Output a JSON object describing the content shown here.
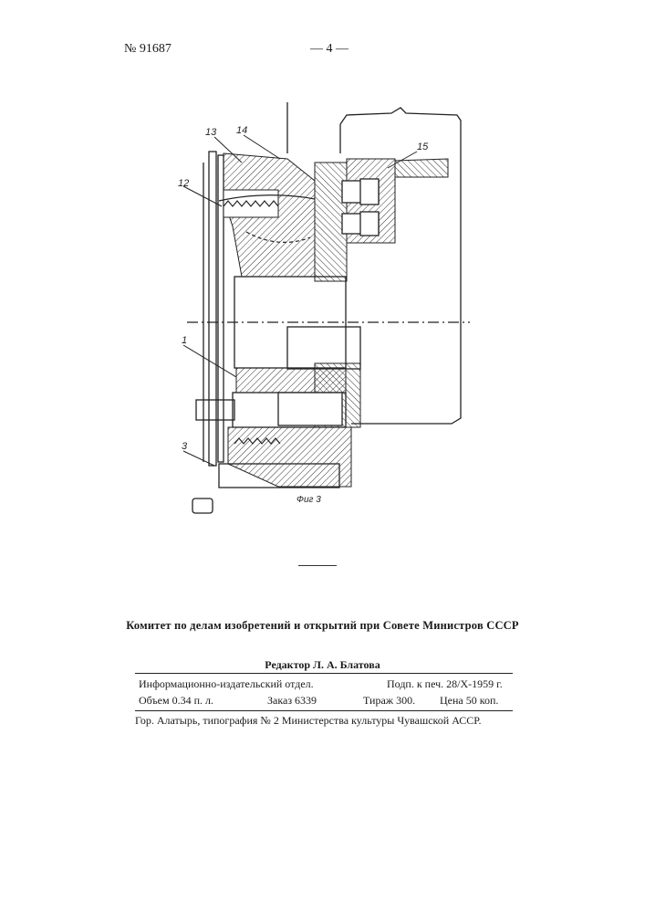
{
  "header": {
    "patent_number": "№ 91687",
    "page_number": "— 4 —"
  },
  "drawing": {
    "labels": [
      "13",
      "14",
      "12",
      "15",
      "1",
      "3"
    ],
    "figure_caption": "Фиг 3"
  },
  "footer": {
    "committee": "Комитет по делам изобретений и открытий при Совете Министров СССР",
    "editor": "Редактор Л. А. Блатова",
    "rows": [
      [
        "Информационно-издательский отдел.",
        "",
        "Подп. к печ. 28/X-1959 г."
      ],
      [
        "Объем 0.34 п. л.",
        "Заказ 6339",
        "Тираж 300.",
        "Цена 50 коп."
      ]
    ],
    "printer": "Гор. Алатырь, типография № 2 Министерства культуры Чувашской АССР."
  }
}
